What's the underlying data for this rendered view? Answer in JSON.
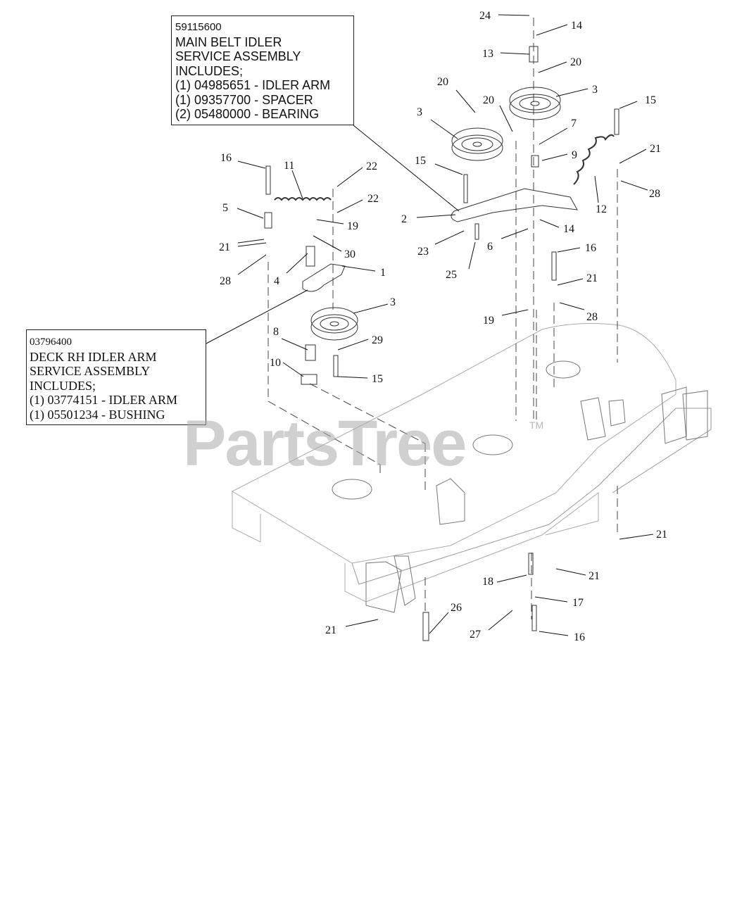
{
  "callouts": [
    {
      "id": "c24a",
      "text": "24"
    },
    {
      "id": "c14a",
      "text": "14"
    },
    {
      "id": "c13",
      "text": "13"
    },
    {
      "id": "c20a",
      "text": "20"
    },
    {
      "id": "c20b",
      "text": "20"
    },
    {
      "id": "c3a",
      "text": "3"
    },
    {
      "id": "c20c",
      "text": "20"
    },
    {
      "id": "c3b",
      "text": "3"
    },
    {
      "id": "c15a",
      "text": "15"
    },
    {
      "id": "c7",
      "text": "7"
    },
    {
      "id": "c9",
      "text": "9"
    },
    {
      "id": "c21a",
      "text": "21"
    },
    {
      "id": "c15b",
      "text": "15"
    },
    {
      "id": "c16a",
      "text": "16"
    },
    {
      "id": "c11",
      "text": "11"
    },
    {
      "id": "c22a",
      "text": "22"
    },
    {
      "id": "c22b",
      "text": "22"
    },
    {
      "id": "c28a",
      "text": "28"
    },
    {
      "id": "c12",
      "text": "12"
    },
    {
      "id": "c2",
      "text": "2"
    },
    {
      "id": "c5",
      "text": "5"
    },
    {
      "id": "c19a",
      "text": "19"
    },
    {
      "id": "c14b",
      "text": "14"
    },
    {
      "id": "c23",
      "text": "23"
    },
    {
      "id": "c6",
      "text": "6"
    },
    {
      "id": "c21b",
      "text": "21"
    },
    {
      "id": "c30",
      "text": "30"
    },
    {
      "id": "c16b",
      "text": "16"
    },
    {
      "id": "c25",
      "text": "25"
    },
    {
      "id": "c28b",
      "text": "28"
    },
    {
      "id": "c4",
      "text": "4"
    },
    {
      "id": "c1",
      "text": "1"
    },
    {
      "id": "c21c",
      "text": "21"
    },
    {
      "id": "c3c",
      "text": "3"
    },
    {
      "id": "c19b",
      "text": "19"
    },
    {
      "id": "c28c",
      "text": "28"
    },
    {
      "id": "c8",
      "text": "8"
    },
    {
      "id": "c29",
      "text": "29"
    },
    {
      "id": "c10",
      "text": "10"
    },
    {
      "id": "c15c",
      "text": "15"
    },
    {
      "id": "c21d",
      "text": "21"
    },
    {
      "id": "c21e",
      "text": "21"
    },
    {
      "id": "c18",
      "text": "18"
    },
    {
      "id": "c17",
      "text": "17"
    },
    {
      "id": "c26",
      "text": "26"
    },
    {
      "id": "c21f",
      "text": "21"
    },
    {
      "id": "c27",
      "text": "27"
    },
    {
      "id": "c16c",
      "text": "16"
    }
  ],
  "main_box": {
    "part_no": "59115600",
    "line1": "MAIN BELT IDLER",
    "line2": "SERVICE ASSEMBLY",
    "line3": "INCLUDES;",
    "line4": "(1) 04985651 - IDLER ARM",
    "line5": "(1) 09357700 - SPACER",
    "line6": "(2) 05480000 - BEARING"
  },
  "deck_box": {
    "part_no": "03796400",
    "line1": "DECK RH IDLER ARM",
    "line2": "SERVICE ASSEMBLY",
    "line3": "INCLUDES;",
    "line4": "(1) 03774151 - IDLER ARM",
    "line5": "(1) 05501234 - BUSHING"
  },
  "watermark": {
    "text": "PartsTree",
    "tm": "TM"
  }
}
